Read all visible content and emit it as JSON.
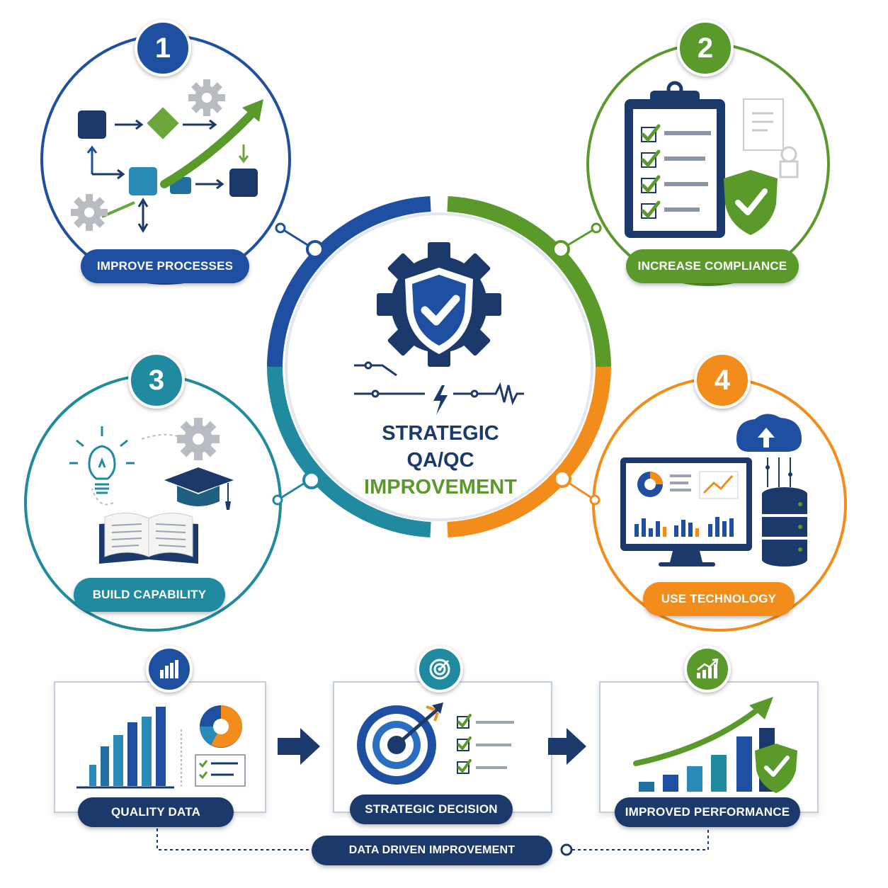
{
  "colors": {
    "navy": "#1b3a6b",
    "blue": "#1f4fa0",
    "green": "#5a9a2a",
    "teal": "#1f8aa0",
    "orange": "#f28c1a"
  },
  "center": {
    "line1": "STRATEGIC",
    "line2": "QA/QC",
    "line3": "IMPROVEMENT",
    "icon": "gear-shield-check-icon"
  },
  "pillars": [
    {
      "number": "1",
      "label": "IMPROVE PROCESSES",
      "icon": "process-flow-icon"
    },
    {
      "number": "2",
      "label": "INCREASE COMPLIANCE",
      "icon": "clipboard-checklist-icon"
    },
    {
      "number": "3",
      "label": "BUILD CAPABILITY",
      "icon": "learning-icon"
    },
    {
      "number": "4",
      "label": "USE TECHNOLOGY",
      "icon": "dashboard-database-icon"
    }
  ],
  "flow": {
    "steps": [
      {
        "label": "QUALITY DATA",
        "icon": "bar-chart-icon"
      },
      {
        "label": "STRATEGIC DECISION",
        "icon": "target-icon"
      },
      {
        "label": "IMPROVED PERFORMANCE",
        "icon": "growth-chart-icon"
      }
    ],
    "footer": "DATA DRIVEN IMPROVEMENT"
  }
}
